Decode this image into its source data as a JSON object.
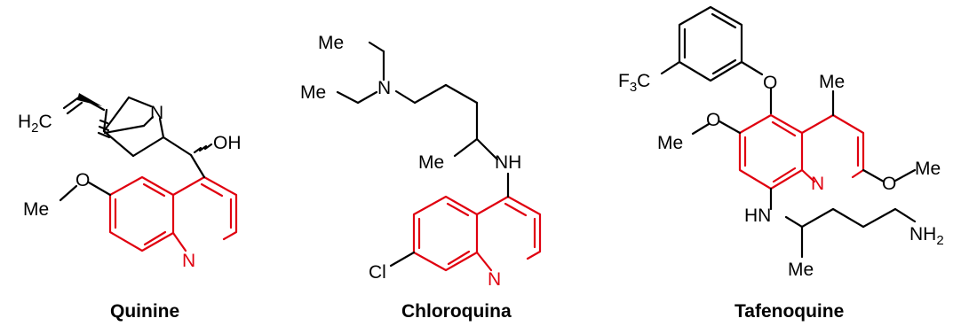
{
  "molecules": [
    {
      "caption": "Quinine",
      "labels": {
        "h2c_h": "H",
        "h2c_2": "2",
        "h2c_c": "C",
        "n_bridge": "N",
        "oh": "OH",
        "me_o": "Me",
        "o": "O",
        "n_ring": "N"
      }
    },
    {
      "caption": "Chloroquina",
      "labels": {
        "me_top": "Me",
        "me_mid": "Me",
        "n_amine": "N",
        "me_side": "Me",
        "nh": "NH",
        "cl": "Cl",
        "n_ring": "N"
      }
    },
    {
      "caption": "Tafenoquine",
      "labels": {
        "f3c_f": "F",
        "f3c_3": "3",
        "f3c_c": "C",
        "o_bridge": "O",
        "me_top": "Me",
        "me_o_left": "Me",
        "o_left": "O",
        "n_ring": "N",
        "o_right": "O",
        "me_right": "Me",
        "hn": "HN",
        "nh2_n": "NH",
        "nh2_2": "2",
        "me_bottom": "Me"
      }
    }
  ],
  "colors": {
    "ring_highlight": "#e0000f",
    "bond": "#000000"
  }
}
